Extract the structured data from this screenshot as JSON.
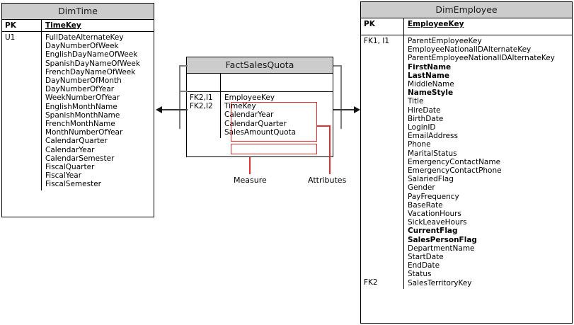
{
  "diagram": {
    "kind": "database-schema-star",
    "colors": {
      "header_fill": "#cccccc",
      "border": "#000000",
      "annotation_red": "#e03030",
      "connector": "#333333",
      "gray_connector": "#808080"
    }
  },
  "entities": {
    "dim_time": {
      "title": "DimTime",
      "pk_label": "PK",
      "pk_field": "TimeKey",
      "key_labels": [
        "U1"
      ],
      "fields": [
        "FullDateAlternateKey",
        "DayNumberOfWeek",
        "EnglishDayNameOfWeek",
        "SpanishDayNameOfWeek",
        "FrenchDayNameOfWeek",
        "DayNumberOfMonth",
        "DayNumberOfYear",
        "WeekNumberOfYear",
        "EnglishMonthName",
        "SpanishMonthName",
        "FrenchMonthName",
        "MonthNumberOfYear",
        "CalendarQuarter",
        "CalendarYear",
        "CalendarSemester",
        "FiscalQuarter",
        "FiscalYear",
        "FiscalSemester"
      ]
    },
    "fact_sales_quota": {
      "title": "FactSalesQuota",
      "pk_label": "",
      "pk_field": "",
      "key_labels": [
        "FK2,I1",
        "FK2,I2"
      ],
      "attributes": [
        "EmployeeKey",
        "TimeKey",
        "CalendarYear",
        "CalendarQuarter"
      ],
      "measures": [
        "SalesAmountQuota"
      ]
    },
    "dim_employee": {
      "title": "DimEmployee",
      "pk_label": "PK",
      "pk_field": "EmployeeKey",
      "key_label_top": "FK1, I1",
      "key_label_bottom": "FK2",
      "fields": [
        {
          "name": "ParentEmployeeKey",
          "bold": false
        },
        {
          "name": "EmployeeNationalIDAlternateKey",
          "bold": false
        },
        {
          "name": "ParentEmployeeNationalIDAlternateKey",
          "bold": false
        },
        {
          "name": "FirstName",
          "bold": true
        },
        {
          "name": "LastName",
          "bold": true
        },
        {
          "name": "MiddleName",
          "bold": false
        },
        {
          "name": "NameStyle",
          "bold": true
        },
        {
          "name": "Title",
          "bold": false
        },
        {
          "name": "HireDate",
          "bold": false
        },
        {
          "name": "BirthDate",
          "bold": false
        },
        {
          "name": "LoginID",
          "bold": false
        },
        {
          "name": "EmailAddress",
          "bold": false
        },
        {
          "name": "Phone",
          "bold": false
        },
        {
          "name": "MaritalStatus",
          "bold": false
        },
        {
          "name": "EmergencyContactName",
          "bold": false
        },
        {
          "name": "EmergencyContactPhone",
          "bold": false
        },
        {
          "name": "SalariedFlag",
          "bold": false
        },
        {
          "name": "Gender",
          "bold": false
        },
        {
          "name": "PayFrequency",
          "bold": false
        },
        {
          "name": "BaseRate",
          "bold": false
        },
        {
          "name": "VacationHours",
          "bold": false
        },
        {
          "name": "SickLeaveHours",
          "bold": false
        },
        {
          "name": "CurrentFlag",
          "bold": true
        },
        {
          "name": "SalesPersonFlag",
          "bold": true
        },
        {
          "name": "DepartmentName",
          "bold": false
        },
        {
          "name": "StartDate",
          "bold": false
        },
        {
          "name": "EndDate",
          "bold": false
        },
        {
          "name": "Status",
          "bold": false
        },
        {
          "name": "SalesTerritoryKey",
          "bold": false
        }
      ]
    }
  },
  "annotations": {
    "measure_label": "Measure",
    "attributes_label": "Attributes"
  }
}
